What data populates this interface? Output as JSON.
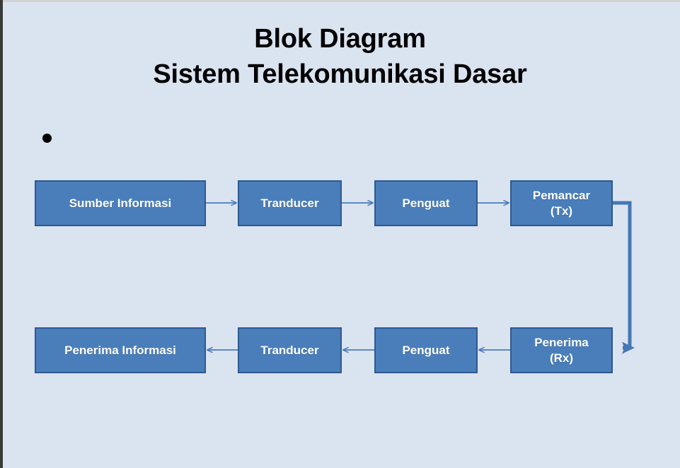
{
  "slide": {
    "title": "Blok Diagram\nSistem Telekomunikasi Dasar",
    "title_line1": "Blok Diagram",
    "title_line2": "Sistem Telekomunikasi Dasar",
    "bullet_text": "",
    "background_color": "#dae3f0",
    "block_fill_color": "#4a7ebb",
    "block_border_color": "#2d5990",
    "connector_color": "#4a7ebb",
    "title_color": "#000000",
    "block_text_color": "#ffffff"
  },
  "diagram": {
    "type": "block-diagram",
    "transmit_chain": [
      {
        "id": "sumber-informasi",
        "label": "Sumber Informasi"
      },
      {
        "id": "tranducer-tx",
        "label": "Tranducer"
      },
      {
        "id": "penguat-tx",
        "label": "Penguat"
      },
      {
        "id": "pemancar-tx",
        "label": "Pemancar\n(Tx)"
      }
    ],
    "receive_chain": [
      {
        "id": "penerima-informasi",
        "label": "Penerima Informasi"
      },
      {
        "id": "tranducer-rx",
        "label": "Tranducer"
      },
      {
        "id": "penguat-rx",
        "label": "Penguat"
      },
      {
        "id": "penerima-rx",
        "label": "Penerima\n(Rx)"
      }
    ],
    "flow_direction_top": "left-to-right",
    "flow_direction_bottom": "right-to-left",
    "feedback_link": {
      "from": "pemancar-tx",
      "to": "penerima-rx",
      "style": "right-side-loop"
    }
  }
}
